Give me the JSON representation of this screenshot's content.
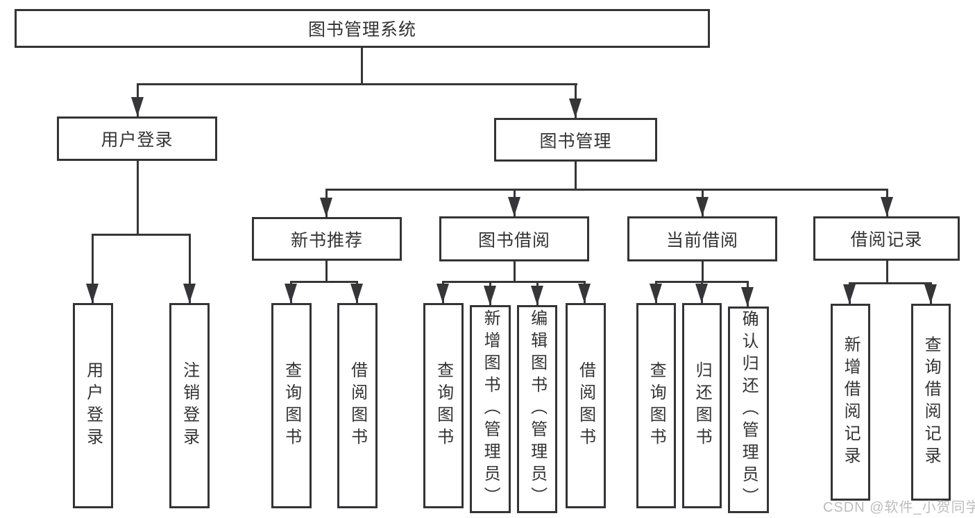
{
  "colors": {
    "background": "#ffffff",
    "line": "#363639",
    "box_border": "#333338",
    "text": "#333333",
    "watermark": "#bdbdbd"
  },
  "watermark": {
    "text": "CSDN @软件_小贺同学"
  },
  "diagram": {
    "root": {
      "label": "图书管理系统"
    },
    "branches": [
      {
        "label": "用户登录",
        "children": [
          {
            "label": "用户登录"
          },
          {
            "label": "注销登录"
          }
        ]
      },
      {
        "label": "图书管理",
        "children": [
          {
            "label": "新书推荐",
            "children": [
              {
                "label": "查询图书"
              },
              {
                "label": "借阅图书"
              }
            ]
          },
          {
            "label": "图书借阅",
            "children": [
              {
                "label": "查询图书"
              },
              {
                "label": "新增图书（管理员）"
              },
              {
                "label": "编辑图书（管理员）"
              },
              {
                "label": "借阅图书"
              }
            ]
          },
          {
            "label": "当前借阅",
            "children": [
              {
                "label": "查询图书"
              },
              {
                "label": "归还图书"
              },
              {
                "label": "确认归还（管理员）"
              }
            ]
          },
          {
            "label": "借阅记录",
            "children": [
              {
                "label": "新增借阅记录"
              },
              {
                "label": "查询借阅记录"
              }
            ]
          }
        ]
      }
    ]
  }
}
